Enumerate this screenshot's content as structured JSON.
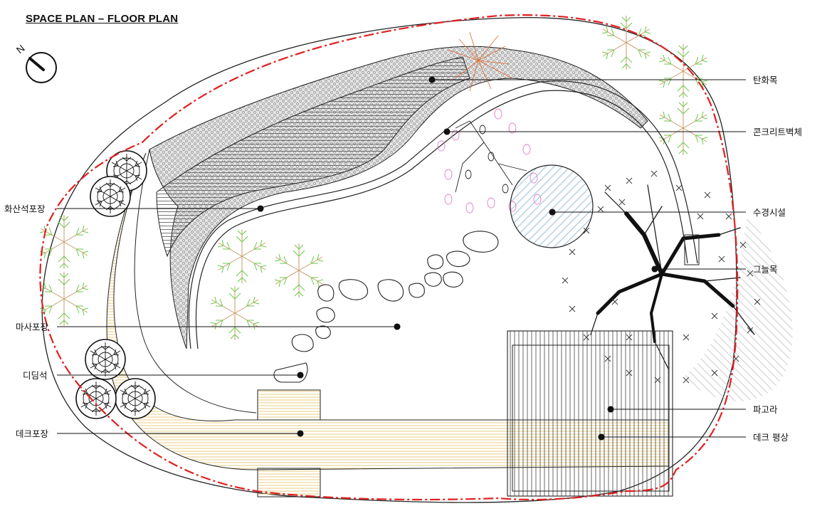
{
  "title": "SPACE PLAN – FLOOR PLAN",
  "north_label": "N",
  "labels": {
    "left": {
      "volcanic_paving": "화산석포장",
      "masa_paving": "마사포장",
      "stepping_stone": "디딤석",
      "deck_paving": "데크포장"
    },
    "right": {
      "charred_wood": "탄화목",
      "concrete_wall": "콘크리트벽체",
      "water_feature": "수경시설",
      "shade_tree": "그늘목",
      "pergola": "파고라",
      "deck_platform": "데크 평상"
    }
  },
  "colors": {
    "boundary": "#e02020",
    "line": "#222222",
    "deck_hatch": "#e6c873",
    "water_hatch": "#8ab8d8",
    "tree_green": "#66cc44",
    "tree_brown": "#c89a66",
    "flower_pink": "#e080c8",
    "accent_orange": "#e06a2a"
  }
}
